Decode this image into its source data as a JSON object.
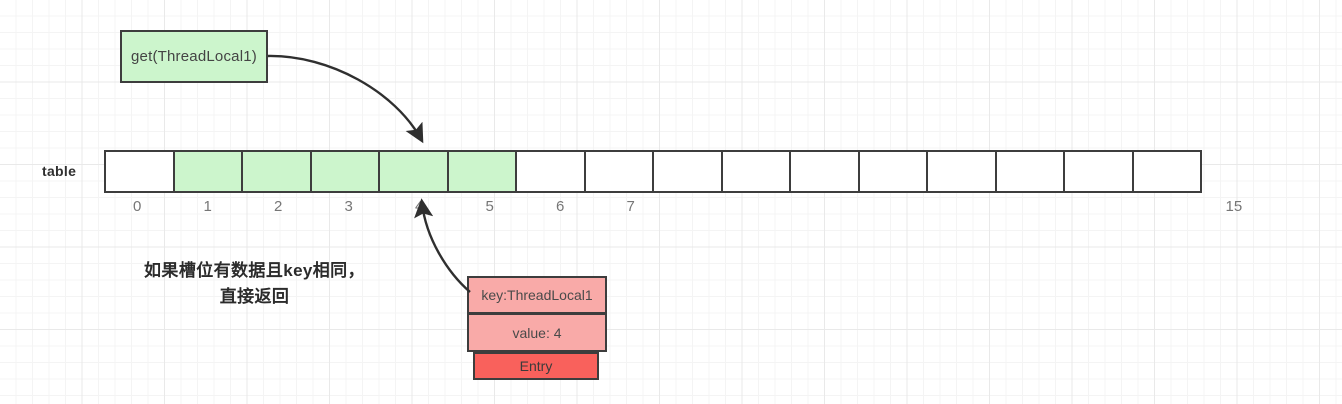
{
  "diagram": {
    "title_box": {
      "label": "get(ThreadLocal1)",
      "fill": "#ccf5cc",
      "stroke": "#3d3d3d"
    },
    "table": {
      "label": "table",
      "cell_count": 16,
      "filled_indices": [
        1,
        2,
        3,
        4,
        5
      ],
      "fill_color": "#ccf5cc",
      "empty_color": "#ffffff",
      "stroke": "#3d3d3d",
      "indices": [
        "0",
        "1",
        "2",
        "3",
        "4",
        "5",
        "6",
        "7",
        "",
        "",
        "",
        "",
        "",
        "",
        "",
        "15"
      ]
    },
    "note": {
      "line1": "如果槽位有数据且key相同，",
      "line2": "直接返回"
    },
    "entry": {
      "key": "key:ThreadLocal1",
      "value": "value: 4",
      "title": "Entry",
      "row_fill": "#f9aaa8",
      "title_fill": "#f9615c",
      "stroke": "#3d3d3d"
    },
    "arrows": [
      {
        "name": "call-to-slot-arrow",
        "from": "get(ThreadLocal1)",
        "to": "table slot 4",
        "color": "#2f2f2f"
      },
      {
        "name": "entry-to-slot-arrow",
        "from": "Entry",
        "to": "table slot 4",
        "color": "#2f2f2f"
      }
    ]
  }
}
